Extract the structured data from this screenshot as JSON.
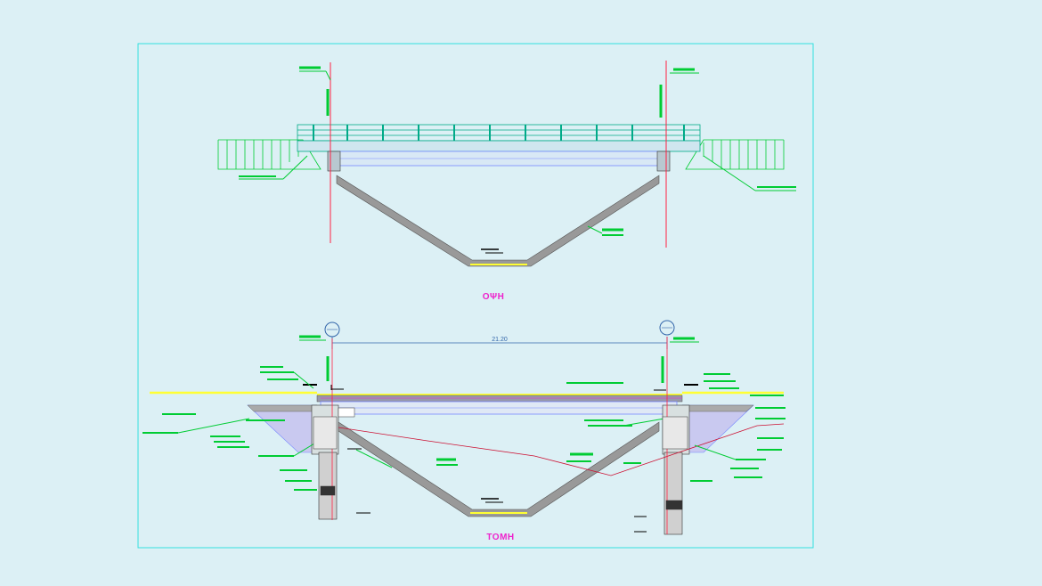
{
  "views": {
    "elevation": {
      "title": "ΟΨΗ"
    },
    "section": {
      "title": "ΤΟΜΗ",
      "span_dimension": "21.20"
    }
  },
  "colors": {
    "background": "#dcf0f5",
    "frame": "#33e0e0",
    "annotation": "#00cc33",
    "axis": "#ff2244",
    "title": "#ee22cc",
    "road_surface": "#ffff33",
    "concrete": "#888888",
    "deck_edge": "#7788ff",
    "dimension": "#3366aa"
  },
  "icons": [
    "abutment-axis-marker-icon",
    "level-marker-icon"
  ]
}
